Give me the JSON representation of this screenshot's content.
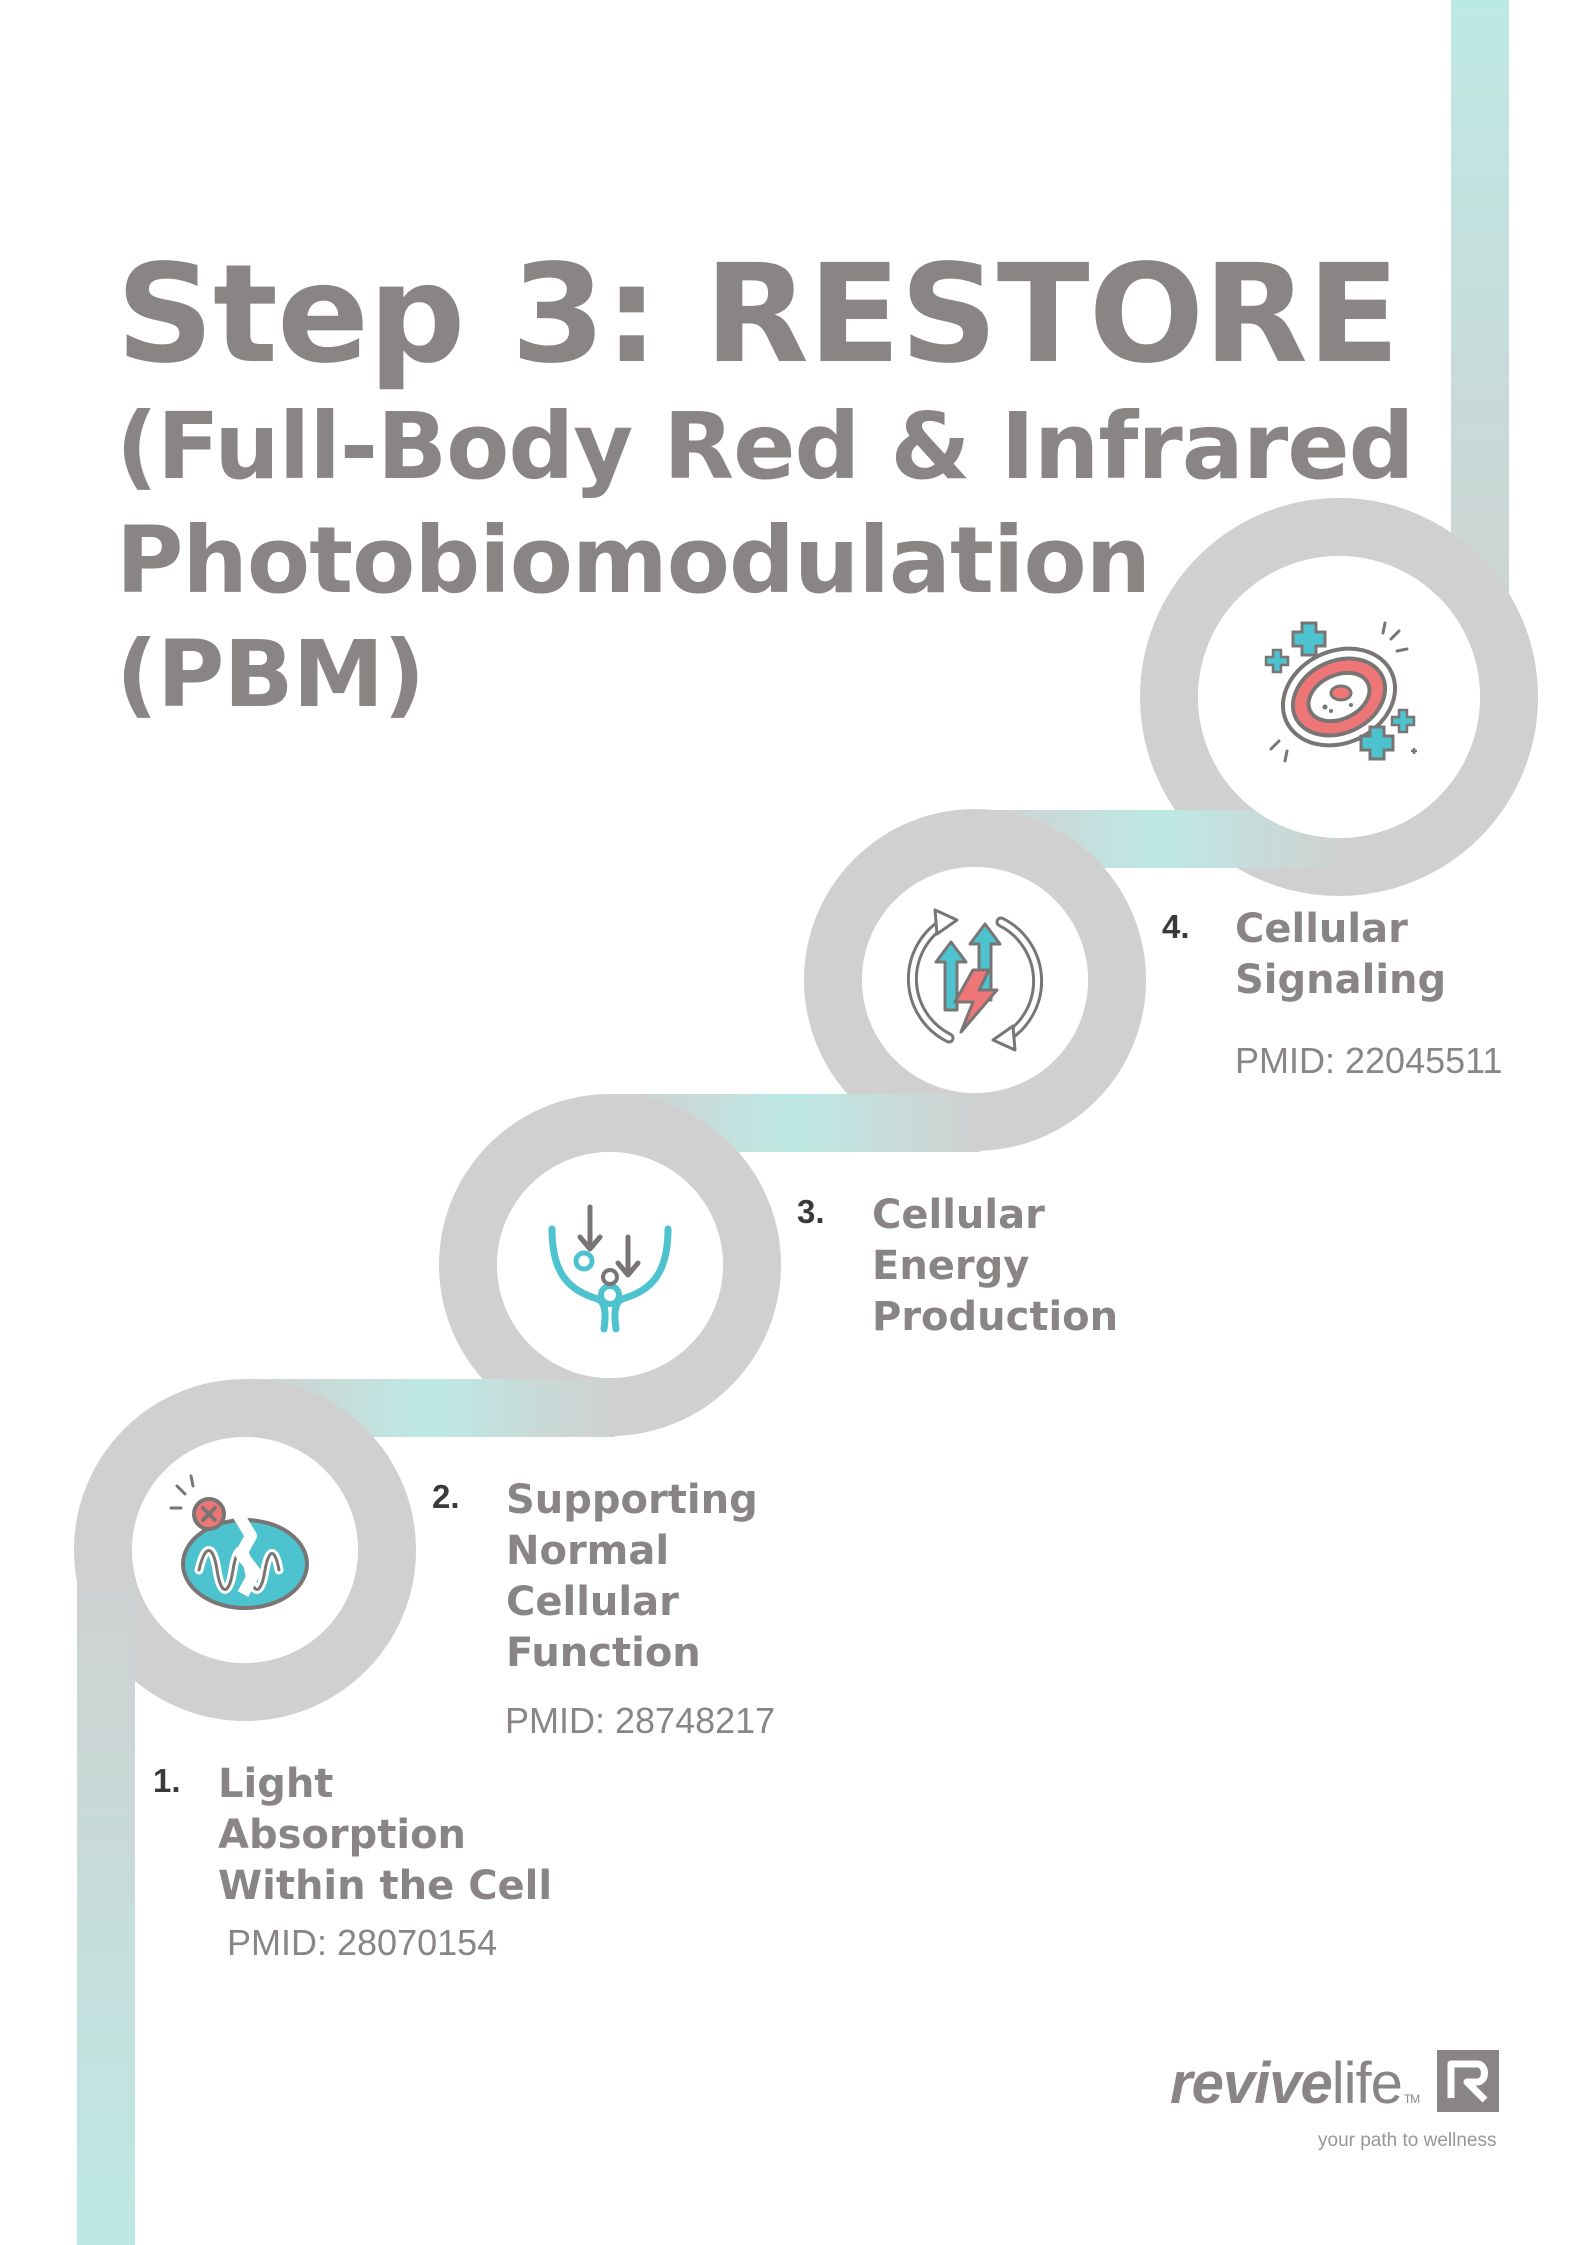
{
  "title": {
    "main": "Step 3: RESTORE",
    "subtitle_lines": [
      "(Full-Body Red & Infrared",
      "Photobiomodulation",
      "(PBM)"
    ]
  },
  "steps": [
    {
      "number": "1.",
      "label_lines": [
        "Light",
        "Absorption",
        "Within the Cell"
      ],
      "pmid": "PMID: 28070154",
      "icon": "mitochondria-icon"
    },
    {
      "number": "2.",
      "label_lines": [
        "Supporting",
        "Normal",
        "Cellular",
        "Function"
      ],
      "pmid": "PMID: 28748217",
      "icon": "cell-membrane-transport-icon"
    },
    {
      "number": "3.",
      "label_lines": [
        "Cellular",
        "Energy",
        "Production"
      ],
      "pmid": "",
      "icon": "energy-cycle-icon"
    },
    {
      "number": "4.",
      "label_lines": [
        "Cellular",
        "Signaling"
      ],
      "pmid": "PMID: 22045511",
      "icon": "healthy-cell-icon"
    }
  ],
  "brand": {
    "name_bold": "revive",
    "name_light": "life",
    "trademark": "TM",
    "tagline": "your path to wellness"
  },
  "colors": {
    "title": "#8a8585",
    "path_gray": "#cfcfcf",
    "path_teal": "#bde9e4",
    "icon_teal": "#4cc3cf",
    "icon_red": "#ef7676",
    "icon_gray": "#7a7575"
  }
}
